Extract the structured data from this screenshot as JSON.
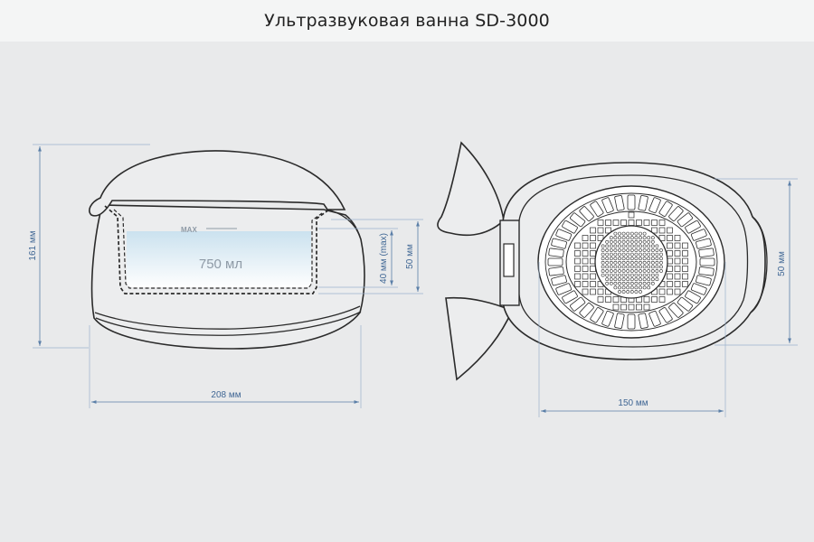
{
  "header": {
    "title": "Ультразвуковая ванна SD-3000"
  },
  "side_view": {
    "max_label": "MAX",
    "volume_label": "750 мл",
    "dim_height": "161 мм",
    "dim_width": "208 мм",
    "dim_depth_max": "40 мм (max)",
    "dim_tank_depth": "50 мм"
  },
  "top_view": {
    "dim_width": "150 мм",
    "dim_height": "50 мм"
  },
  "colors": {
    "background": "#e9eaeb",
    "outline": "#2b2b2b",
    "dimension": "#3f6694",
    "liquid_top": "#c9e1ef",
    "liquid_bottom": "#ffffff"
  }
}
